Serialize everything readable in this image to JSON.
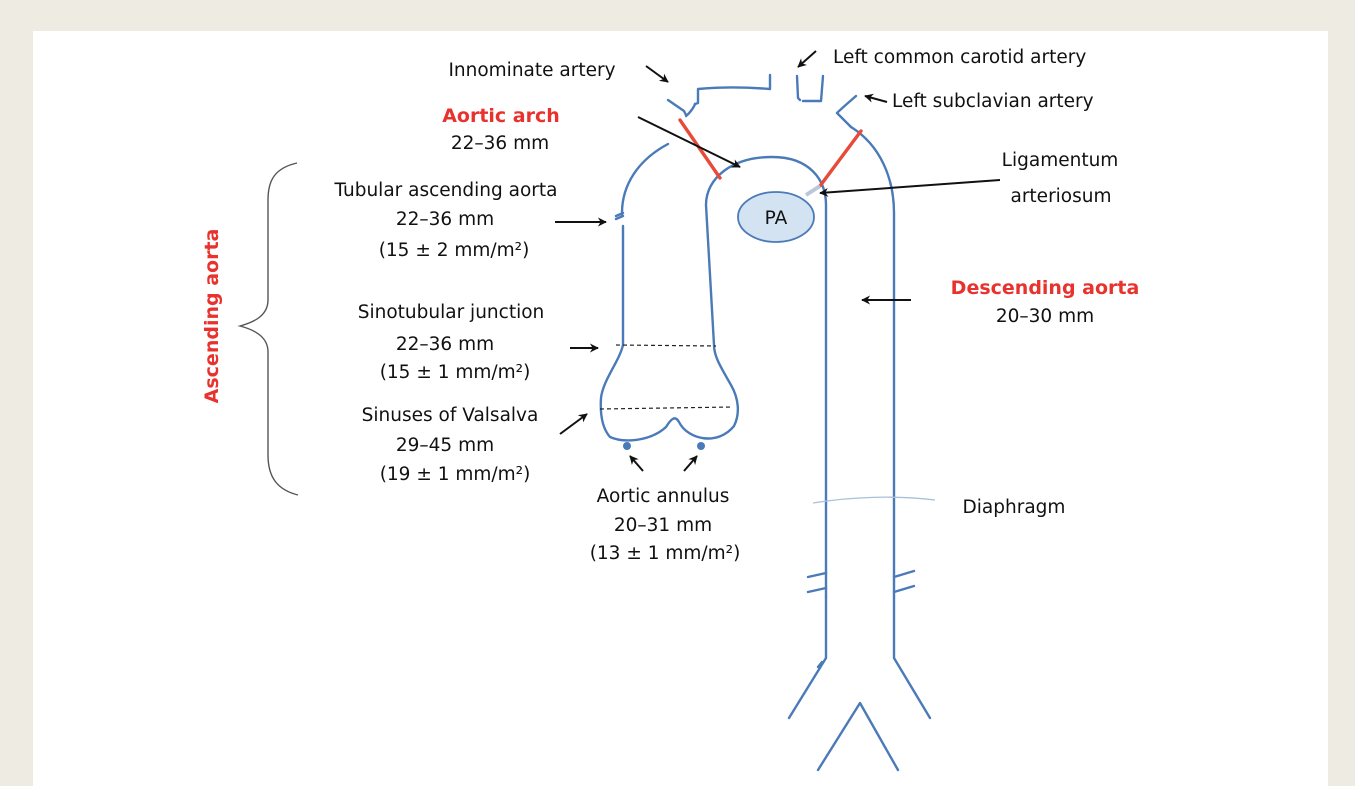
{
  "labels": {
    "innominate": "Innominate artery",
    "left_common_carotid": "Left common carotid artery",
    "left_subclavian": "Left subclavian artery",
    "aortic_arch_title": "Aortic arch",
    "aortic_arch_range": "22–36 mm",
    "tubular_title": "Tubular ascending  aorta",
    "tubular_range": "22–36 mm",
    "tubular_index": "(15 ± 2 mm/m²)",
    "pa": "PA",
    "ligamentum_line1": "Ligamentum",
    "ligamentum_line2": "arteriosum",
    "descending_title": "Descending  aorta",
    "descending_range": "20–30 mm",
    "ascending_aorta": "Ascending aorta",
    "sinotubular_title": "Sinotubular junction",
    "sinotubular_range": "22–36 mm",
    "sinotubular_index": "(15 ± 1 mm/m²)",
    "sinuses_title": "Sinuses of Valsalva",
    "sinuses_range": "29–45 mm",
    "sinuses_index": "(19 ± 1 mm/m²)",
    "annulus_title": "Aortic annulus",
    "annulus_range": "20–31 mm",
    "annulus_index": "(13 ± 1 mm/m²)",
    "diaphragm": "Diaphragm"
  },
  "colors": {
    "vessel": "#4a7ab8",
    "highlight_text": "#e8322e",
    "ligament": "#e84a3a",
    "pa_fill": "#d3e3f2",
    "frame": "#eeebe3"
  }
}
